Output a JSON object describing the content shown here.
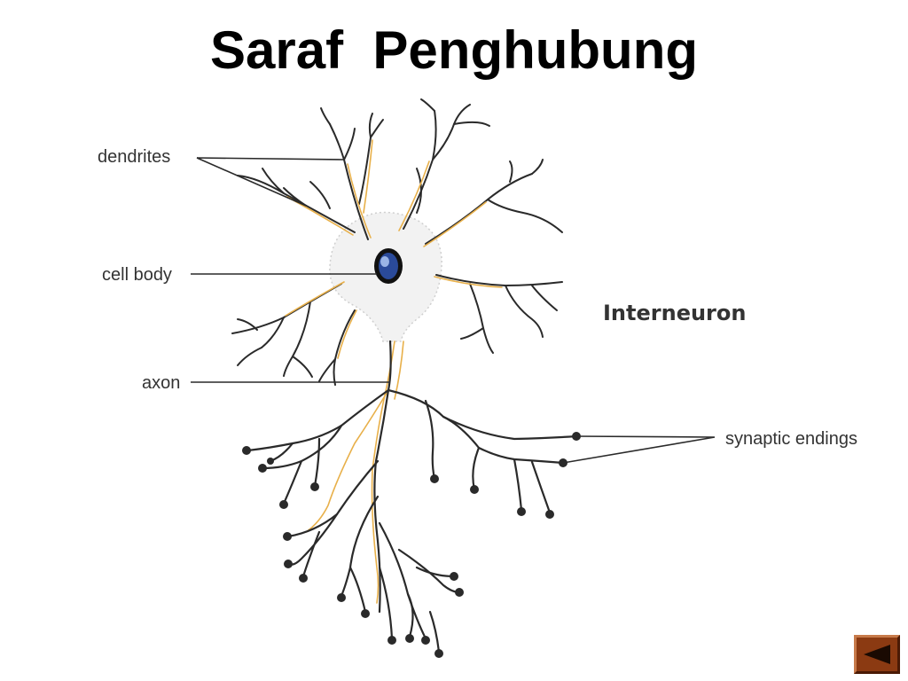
{
  "slide": {
    "title": "Saraf  Penghubung"
  },
  "diagram": {
    "name": "Interneuron",
    "labels": {
      "dendrites": "dendrites",
      "cell_body": "cell body",
      "axon": "axon",
      "synaptic_endings": "synaptic endings"
    }
  },
  "colors": {
    "nerve_line": "#2a2a2a",
    "myelin_highlight": "#e8b04a",
    "nucleus": "#1a2f6b",
    "nav_button": "#8b3a12"
  },
  "navigation": {
    "back_icon": "triangle-left-icon"
  }
}
